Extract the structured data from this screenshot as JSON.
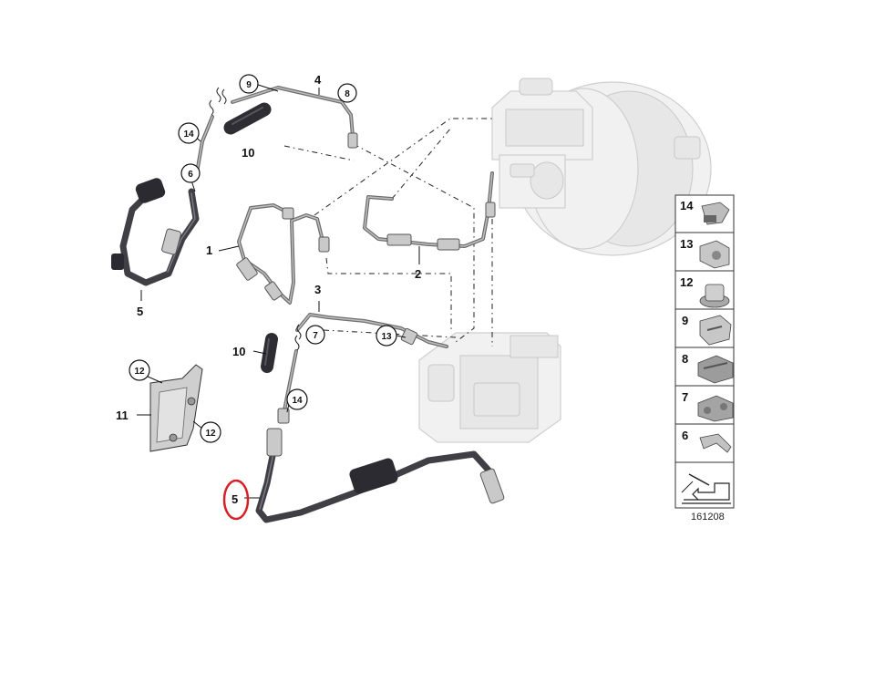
{
  "callouts": {
    "c1": "1",
    "c2": "2",
    "c3": "3",
    "c4": "4",
    "c5_upper": "5",
    "c5_lower": "5",
    "c6": "6",
    "c7": "7",
    "c8": "8",
    "c9": "9",
    "c10_upper": "10",
    "c10_lower": "10",
    "c11": "11",
    "c12_upper": "12",
    "c12_lower": "12",
    "c13": "13",
    "c14_upper": "14",
    "c14_lower": "14"
  },
  "parts_panel": {
    "items": [
      "14",
      "13",
      "12",
      "9",
      "8",
      "7",
      "6"
    ]
  },
  "reference_number": "161208",
  "highlight": {
    "color": "#d62027",
    "target_callout": "5"
  },
  "colors": {
    "hose": "#3f3f45",
    "pipe": "#6e6e6e",
    "ghost_part": "#f1f1f1"
  }
}
